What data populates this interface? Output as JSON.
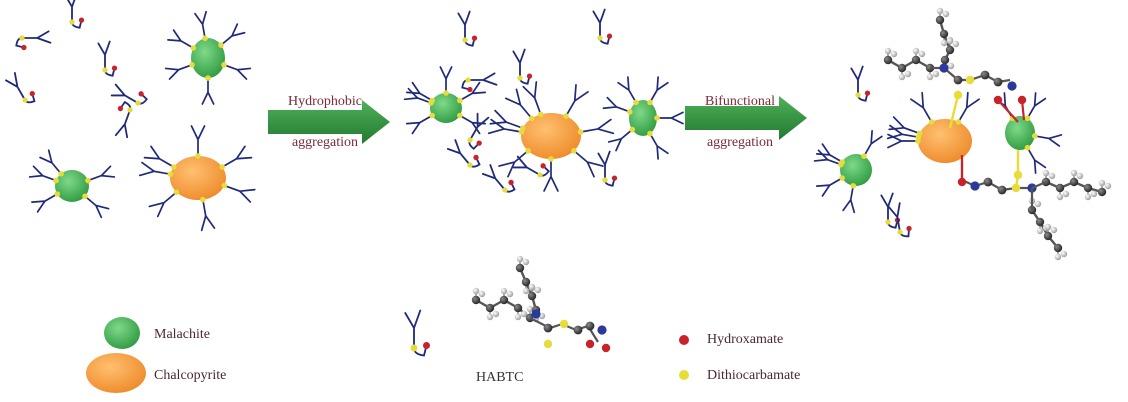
{
  "arrows": [
    {
      "line1": "Hydrophobic",
      "line2": "aggregation"
    },
    {
      "line1": "Bifunctional",
      "line2": "aggregation"
    }
  ],
  "legend": {
    "malachite": {
      "label": "Malachite",
      "color": "#3aa84b"
    },
    "chalcopyrite": {
      "label": "Chalcopyrite",
      "color": "#f19a3e"
    },
    "hydroxamate": {
      "label": "Hydroxamate",
      "color": "#c8232b"
    },
    "dithiocarbamate": {
      "label": "Dithiocarbamate",
      "color": "#e6dd3a"
    }
  },
  "molecule_label": "HABTC",
  "colors": {
    "chain": "#1f2a7a",
    "arrow": "#2f8a3a",
    "carbon": "#3a3a3a",
    "hydrogen": "#d0d0d0",
    "nitrogen": "#2a3a9a",
    "bond_red": "#c8232b",
    "bond_yellow": "#e6dd3a"
  }
}
